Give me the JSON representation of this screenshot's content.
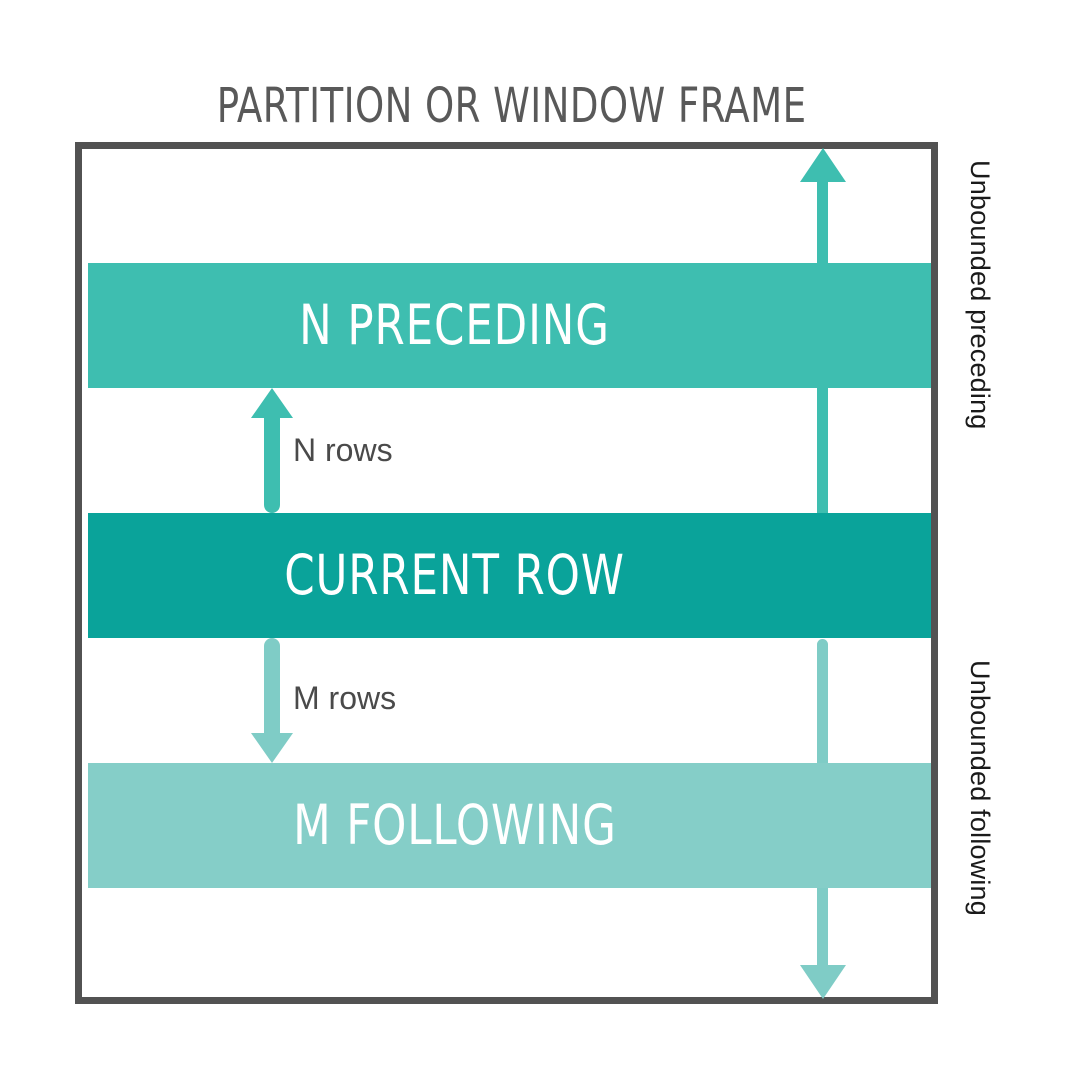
{
  "title": "PARTITION OR WINDOW FRAME",
  "colors": {
    "frame_border": "#525252",
    "title_text": "#595959",
    "n_preceding": "#3EBEB0",
    "current_row": "#0AA39A",
    "m_following": "#85CEC8",
    "arrow_preceding": "#3EBEB0",
    "arrow_following": "#7FCCC6",
    "label_text": "#4a4a4a",
    "side_label_text": "#1a1a1a",
    "band_text": "#ffffff",
    "background": "#ffffff"
  },
  "bands": [
    {
      "id": "n-preceding",
      "label": "N PRECEDING",
      "fill": "#3EBEB0"
    },
    {
      "id": "current-row",
      "label": "CURRENT ROW",
      "fill": "#0AA39A"
    },
    {
      "id": "m-following",
      "label": "M FOLLOWING",
      "fill": "#85CEC8"
    }
  ],
  "arrows": {
    "n_rows": {
      "label": "N rows",
      "direction": "up",
      "color": "#3EBEB0"
    },
    "m_rows": {
      "label": "M rows",
      "direction": "down",
      "color": "#7FCCC6"
    },
    "unbounded_preceding": {
      "label": "Unbounded preceding",
      "direction": "up",
      "color": "#3EBEB0"
    },
    "unbounded_following": {
      "label": "Unbounded following",
      "direction": "down",
      "color": "#7FCCC6"
    }
  }
}
